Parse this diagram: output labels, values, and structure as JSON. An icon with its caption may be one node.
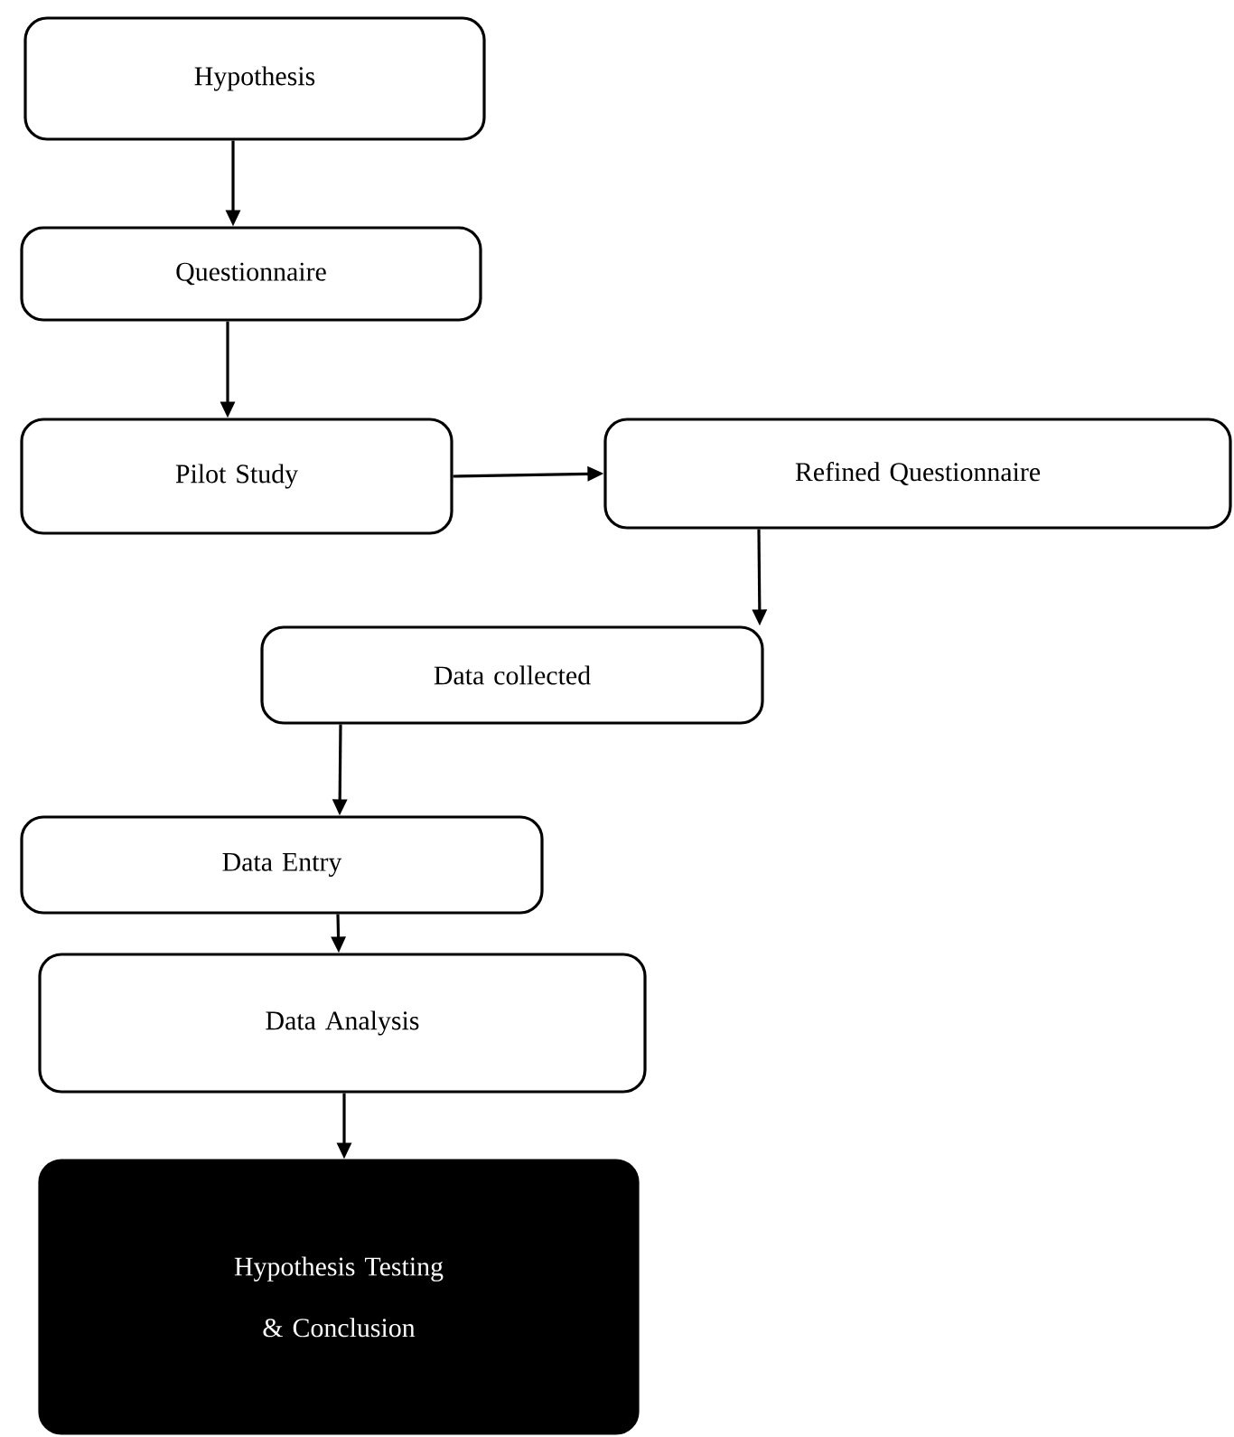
{
  "diagram": {
    "nodes": [
      {
        "text": [
          "Hypothesis"
        ]
      },
      {
        "text": [
          "Questionnaire"
        ]
      },
      {
        "text": [
          "Pilot Study"
        ]
      },
      {
        "text": [
          "Refined Questionnaire"
        ]
      },
      {
        "text": [
          "Data collected"
        ]
      },
      {
        "text": [
          "Data Entry"
        ]
      },
      {
        "text": [
          "Data Analysis"
        ]
      },
      {
        "text": [
          "Hypothesis Testing & Conclusion"
        ]
      }
    ],
    "edges": [
      {
        "from": 0,
        "to": 1,
        "arrow": "to"
      },
      {
        "from": 1,
        "to": 2,
        "arrow": "to"
      },
      {
        "from": 2,
        "to": 3,
        "arrow": "to"
      },
      {
        "from": 3,
        "to": 4,
        "arrow": "to"
      },
      {
        "from": 4,
        "to": 5,
        "arrow": "to"
      },
      {
        "from": 5,
        "to": 6,
        "arrow": "to"
      },
      {
        "from": 6,
        "to": 7,
        "arrow": "to"
      }
    ]
  }
}
